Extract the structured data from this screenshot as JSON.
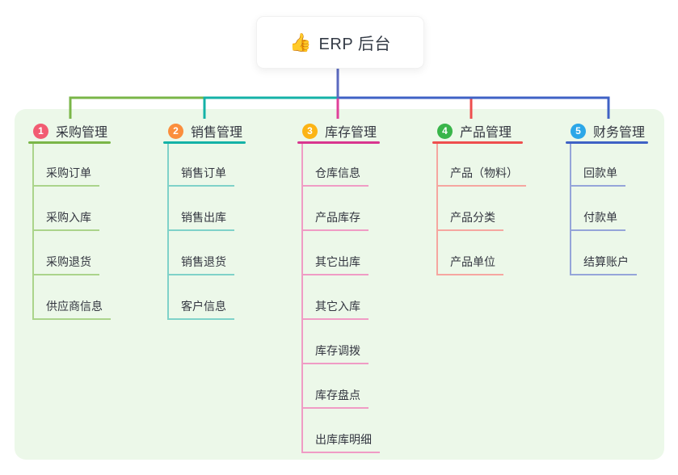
{
  "root": {
    "icon": "👍",
    "icon_name": "thumbs-up-icon",
    "label": "ERP 后台"
  },
  "colors": {
    "panel_bg": "#ecf8e9",
    "root_connector": "#5b6ac0",
    "text": "#333640"
  },
  "branches": [
    {
      "badge": "1",
      "badge_color": "#f25c72",
      "line_color": "#7ab648",
      "child_line_color": "#abd48b",
      "title": "采购管理",
      "children": [
        "采购订单",
        "采购入库",
        "采购退货",
        "供应商信息"
      ]
    },
    {
      "badge": "2",
      "badge_color": "#fb8e3c",
      "line_color": "#14b2a7",
      "child_line_color": "#7fd2c9",
      "title": "销售管理",
      "children": [
        "销售订单",
        "销售出库",
        "销售退货",
        "客户信息"
      ]
    },
    {
      "badge": "3",
      "badge_color": "#fcb415",
      "line_color": "#d8368f",
      "child_line_color": "#f09cc5",
      "title": "库存管理",
      "children": [
        "仓库信息",
        "产品库存",
        "其它出库",
        "其它入库",
        "库存调拨",
        "库存盘点",
        "出库库明细"
      ]
    },
    {
      "badge": "4",
      "badge_color": "#39b54a",
      "line_color": "#ee4e4e",
      "child_line_color": "#f6a6a0",
      "title": "产品管理",
      "children": [
        "产品（物料）",
        "产品分类",
        "产品单位"
      ]
    },
    {
      "badge": "5",
      "badge_color": "#2ca7e8",
      "line_color": "#3f62c5",
      "child_line_color": "#95a5d9",
      "title": "财务管理",
      "children": [
        "回款单",
        "付款单",
        "结算账户"
      ]
    }
  ]
}
